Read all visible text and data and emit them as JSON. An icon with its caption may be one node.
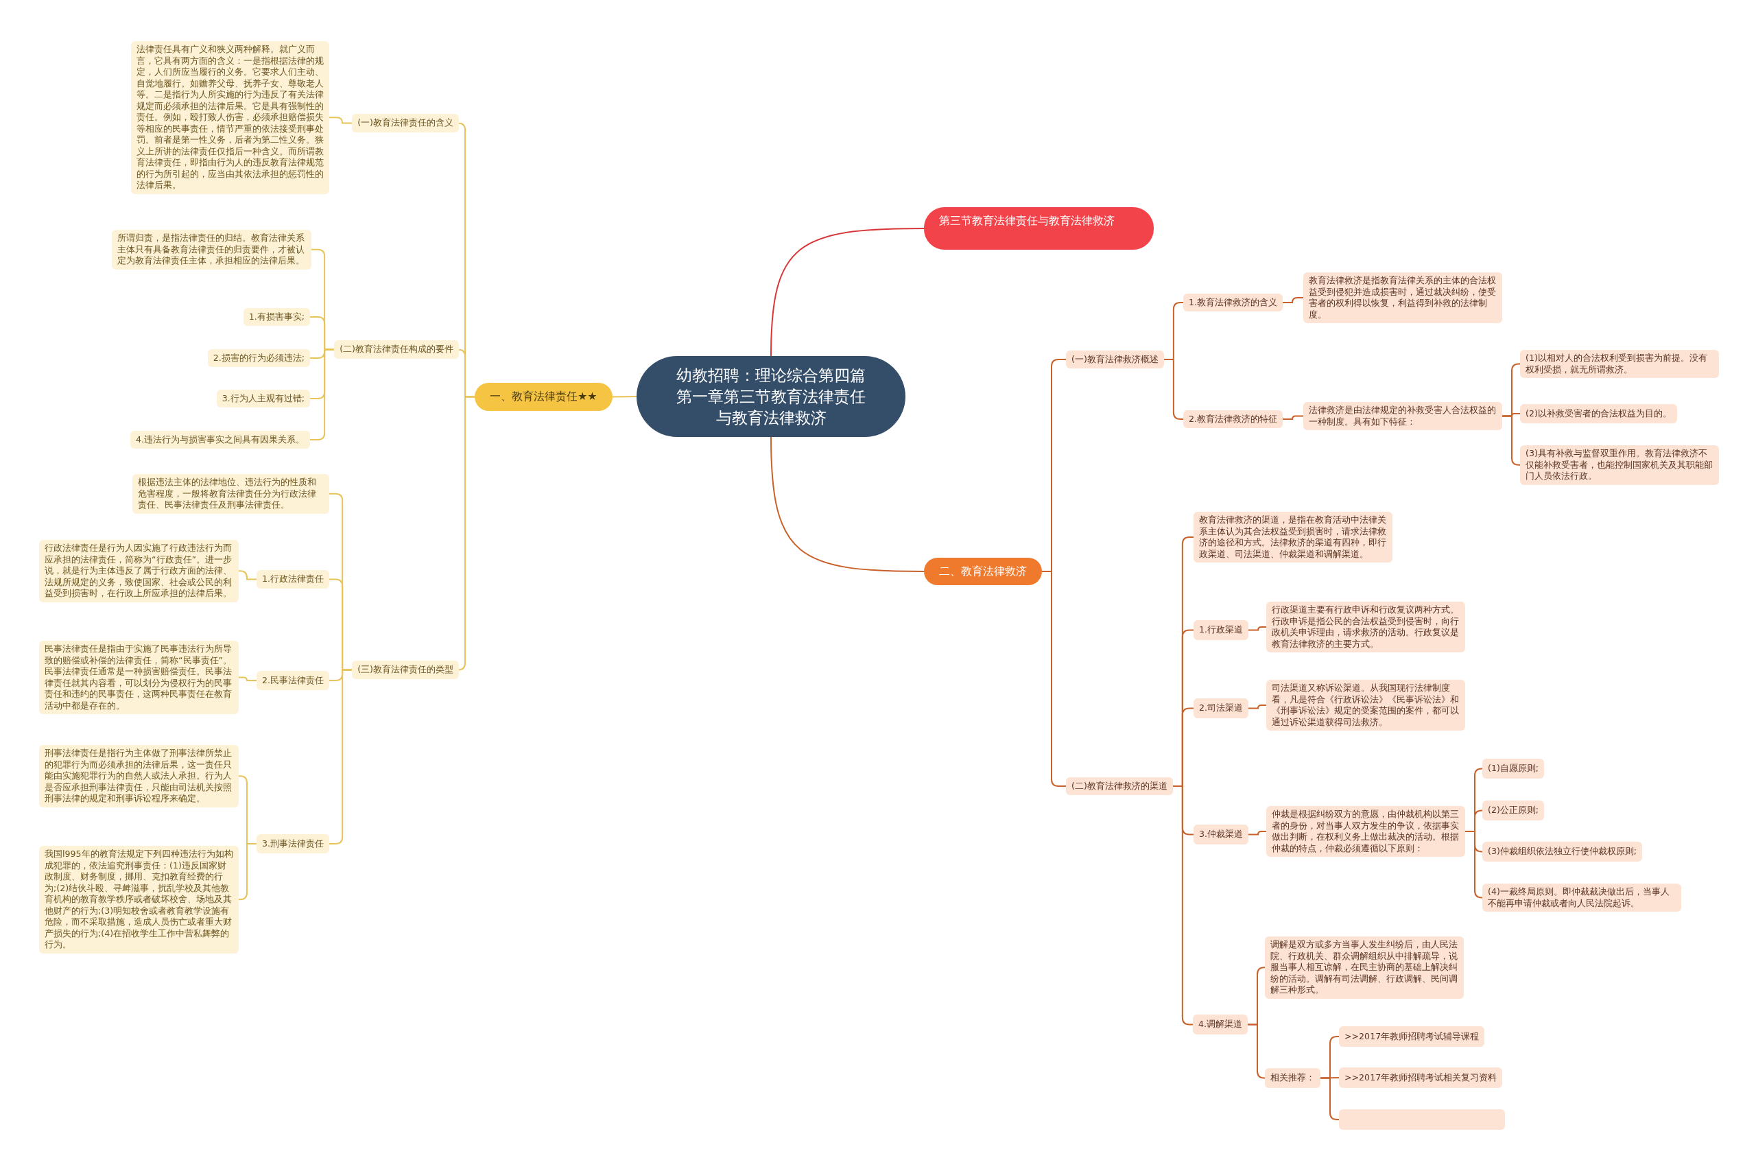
{
  "diagram": {
    "nodes": [
      {
        "text": [
          "幼教招聘：理论综合第四篇第一章第三节教育法律责任与教育法律救济"
        ]
      },
      {
        "text": [
          "第三节教育法律责任与教育法律救济"
        ]
      },
      {
        "text": [
          "一、教育法律责任★★"
        ]
      },
      {
        "text": [
          "(一)教育法律责任的含义"
        ]
      },
      {
        "text": [
          "法律责任具有广义和狭义两种解释。就广义而言，它具有两方面的含义：一是指根据法律的规定，人们所应当履行的义务。它要求人们主动、自觉地履行。如赡养父母、抚养子女、尊敬老人等。二是指行为人所实施的行为违反了有关法律规定而必须承担的法律后果。它是具有强制性的责任。例如，殴打致人伤害，必须承担赔偿损失等相应的民事责任，情节严重的依法接受刑事处罚。前者是第一性义务，后者为第二性义务。狭义上所讲的法律责任仅指后一种含义。而所谓教育法律责任，即指由行为人的违反教育法律规范的行为所引起的，应当由其依法承担的惩罚性的法律后果。"
        ]
      },
      {
        "text": [
          "(二)教育法律责任构成的要件"
        ]
      },
      {
        "text": [
          "所谓归责，是指法律责任的归结。教育法律关系主体只有具备教育法律责任的归责要件，才被认定为教育法律责任主体，承担相应的法律后果。"
        ]
      },
      {
        "text": [
          "1.有损害事实;"
        ]
      },
      {
        "text": [
          "2.损害的行为必须违法;"
        ]
      },
      {
        "text": [
          "3.行为人主观有过错;"
        ]
      },
      {
        "text": [
          "4.违法行为与损害事实之间具有因果关系。"
        ]
      },
      {
        "text": [
          "(三)教育法律责任的类型"
        ]
      },
      {
        "text": [
          "根据违法主体的法律地位、违法行为的性质和危害程度，一般将教育法律责任分为行政法律责任、民事法律责任及刑事法律责任。"
        ]
      },
      {
        "text": [
          "1.行政法律责任"
        ]
      },
      {
        "text": [
          "行政法律责任是行为人因实施了行政违法行为而应承担的法律责任，简称为“行政责任”。进一步说，就是行为主体违反了属于行政方面的法律、法规所规定的义务，致使国家、社会或公民的利益受到损害时，在行政上所应承担的法律后果。"
        ]
      },
      {
        "text": [
          "2.民事法律责任"
        ]
      },
      {
        "text": [
          "民事法律责任是指由于实施了民事违法行为所导致的赔偿或补偿的法律责任，简称“民事责任”。民事法律责任通常是一种损害赔偿责任。民事法律责任就其内容看，可以划分为侵权行为的民事责任和违约的民事责任，这两种民事责任在教育活动中都是存在的。"
        ]
      },
      {
        "text": [
          "3.刑事法律责任"
        ]
      },
      {
        "text": [
          "刑事法律责任是指行为主体做了刑事法律所禁止的犯罪行为而必须承担的法律后果，这一责任只能由实施犯罪行为的自然人或法人承担。行为人是否应承担刑事法律责任，只能由司法机关按照刑事法律的规定和刑事诉讼程序来确定。"
        ]
      },
      {
        "text": [
          "我国l995年的教育法规定下列四种违法行为如构成犯罪的，依法追究刑事责任：(1)违反国家财政制度、财务制度，挪用、克扣教育经费的行为;(2)结伙斗殴、寻衅滋事，扰乱学校及其他教育机构的教育教学秩序或者破坏校舍、场地及其他财产的行为;(3)明知校舍或者教育教学设施有危险，而不采取措施，造成人员伤亡或者重大财产损失的行为;(4)在招收学生工作中营私舞弊的行为。"
        ]
      },
      {
        "text": [
          "二、教育法律救济"
        ]
      },
      {
        "text": [
          "(一)教育法律救济概述"
        ]
      },
      {
        "text": [
          "1.教育法律救济的含义"
        ]
      },
      {
        "text": [
          "教育法律救济是指教育法律关系的主体的合法权益受到侵犯并造成损害时，通过裁决纠纷，使受害者的权利得以恢复，利益得到补救的法律制度。"
        ]
      },
      {
        "text": [
          "2.教育法律救济的特征"
        ]
      },
      {
        "text": [
          "法律救济是由法律规定的补救受害人合法权益的一种制度。具有如下特征："
        ]
      },
      {
        "text": [
          "(1)以相对人的合法权利受到损害为前提。没有权利受损，就无所谓救济。"
        ]
      },
      {
        "text": [
          "(2)以补救受害者的合法权益为目的。"
        ]
      },
      {
        "text": [
          "(3)具有补救与监督双重作用。教育法律救济不仅能补救受害者，也能控制国家机关及其职能部门人员依法行政。"
        ]
      },
      {
        "text": [
          "(二)教育法律救济的渠道"
        ]
      },
      {
        "text": [
          "教育法律救济的渠道，是指在教育活动中法律关系主体认为其合法权益受到损害时，请求法律救济的途径和方式。法律救济的渠道有四种，即行政渠道、司法渠道、仲裁渠道和调解渠道。"
        ]
      },
      {
        "text": [
          "1.行政渠道"
        ]
      },
      {
        "text": [
          "行政渠道主要有行政申诉和行政复议两种方式。行政申诉是指公民的合法权益受到侵害时，向行政机关申诉理由，请求救济的活动。行政复议是教育法律救济的主要方式。"
        ]
      },
      {
        "text": [
          "2.司法渠道"
        ]
      },
      {
        "text": [
          "司法渠道又称诉讼渠道。从我国现行法律制度看，凡是符合《行政诉讼法》《民事诉讼法》和《刑事诉讼法》规定的受案范围的案件，都可以通过诉讼渠道获得司法救济。"
        ]
      },
      {
        "text": [
          "3.仲裁渠道"
        ]
      },
      {
        "text": [
          "仲裁是根据纠纷双方的意愿，由仲裁机构以第三者的身份，对当事人双方发生的争议，依据事实做出判断，在权利义务上做出裁决的活动。根据仲裁的特点，仲裁必须遵循以下原则："
        ]
      },
      {
        "text": [
          "(1)自愿原则;"
        ]
      },
      {
        "text": [
          "(2)公正原则;"
        ]
      },
      {
        "text": [
          "(3)仲裁组织依法独立行使仲裁权原则;"
        ]
      },
      {
        "text": [
          "(4)一裁终局原则。即仲裁裁决做出后，当事人不能再申请仲裁或者向人民法院起诉。"
        ]
      },
      {
        "text": [
          "4.调解渠道"
        ]
      },
      {
        "text": [
          "调解是双方或多方当事人发生纠纷后，由人民法院、行政机关、群众调解组织从中排解疏导，说服当事人相互谅解，在民主协商的基础上解决纠纷的活动。调解有司法调解、行政调解、民间调解三种形式。"
        ]
      },
      {
        "text": [
          "相关推荐："
        ]
      },
      {
        "text": [
          ">>2017年教师招聘考试辅导课程"
        ]
      },
      {
        "text": [
          ">>2017年教师招聘考试相关复习资料"
        ]
      },
      {
        "text": [],
        "shape": "box"
      }
    ],
    "edges": [
      {
        "from": 0,
        "to": 1,
        "arrow": "none",
        "color": "#d9383a"
      },
      {
        "from": 0,
        "to": 2,
        "arrow": "none",
        "color": "#e8c35a"
      },
      {
        "from": 0,
        "to": 20,
        "arrow": "none"
      },
      {
        "from": 2,
        "to": 3,
        "arrow": "none",
        "color": "#e8c35a"
      },
      {
        "from": 2,
        "to": 5,
        "arrow": "none",
        "color": "#e8c35a"
      },
      {
        "from": 2,
        "to": 11,
        "arrow": "none",
        "color": "#e8c35a"
      },
      {
        "from": 3,
        "to": 4,
        "arrow": "none",
        "color": "#e8c35a"
      },
      {
        "from": 5,
        "to": 6,
        "arrow": "none",
        "color": "#e8c35a"
      },
      {
        "from": 5,
        "to": 7,
        "arrow": "none",
        "color": "#e8c35a"
      },
      {
        "from": 5,
        "to": 8,
        "arrow": "none",
        "color": "#e8c35a"
      },
      {
        "from": 5,
        "to": 9,
        "arrow": "none",
        "color": "#e8c35a"
      },
      {
        "from": 5,
        "to": 10,
        "arrow": "none",
        "color": "#e8c35a"
      },
      {
        "from": 11,
        "to": 12,
        "arrow": "none",
        "color": "#e8c35a"
      },
      {
        "from": 11,
        "to": 13,
        "arrow": "none",
        "color": "#e8c35a"
      },
      {
        "from": 11,
        "to": 15,
        "arrow": "none",
        "color": "#e8c35a"
      },
      {
        "from": 11,
        "to": 17,
        "arrow": "none",
        "color": "#e8c35a"
      },
      {
        "from": 13,
        "to": 14,
        "arrow": "none",
        "color": "#e8c35a"
      },
      {
        "from": 15,
        "to": 16,
        "arrow": "none",
        "color": "#e8c35a"
      },
      {
        "from": 17,
        "to": 18,
        "arrow": "none",
        "color": "#e8c35a"
      },
      {
        "from": 17,
        "to": 19,
        "arrow": "none",
        "color": "#e8c35a"
      },
      {
        "from": 20,
        "to": 21,
        "arrow": "none"
      },
      {
        "from": 20,
        "to": 29,
        "arrow": "none"
      },
      {
        "from": 21,
        "to": 22,
        "arrow": "none"
      },
      {
        "from": 21,
        "to": 24,
        "arrow": "none"
      },
      {
        "from": 22,
        "to": 23,
        "arrow": "none"
      },
      {
        "from": 24,
        "to": 25,
        "arrow": "none"
      },
      {
        "from": 25,
        "to": 26,
        "arrow": "none"
      },
      {
        "from": 25,
        "to": 27,
        "arrow": "none"
      },
      {
        "from": 25,
        "to": 28,
        "arrow": "none"
      },
      {
        "from": 29,
        "to": 30,
        "arrow": "none"
      },
      {
        "from": 29,
        "to": 31,
        "arrow": "none"
      },
      {
        "from": 29,
        "to": 33,
        "arrow": "none"
      },
      {
        "from": 29,
        "to": 35,
        "arrow": "none"
      },
      {
        "from": 29,
        "to": 41,
        "arrow": "none"
      },
      {
        "from": 31,
        "to": 32,
        "arrow": "none"
      },
      {
        "from": 33,
        "to": 34,
        "arrow": "none"
      },
      {
        "from": 35,
        "to": 36,
        "arrow": "none"
      },
      {
        "from": 36,
        "to": 37,
        "arrow": "none"
      },
      {
        "from": 36,
        "to": 38,
        "arrow": "none"
      },
      {
        "from": 36,
        "to": 39,
        "arrow": "none"
      },
      {
        "from": 36,
        "to": 40,
        "arrow": "none"
      },
      {
        "from": 41,
        "to": 42,
        "arrow": "none"
      },
      {
        "from": 41,
        "to": 43,
        "arrow": "none"
      },
      {
        "from": 43,
        "to": 44,
        "arrow": "none"
      },
      {
        "from": 43,
        "to": 45,
        "arrow": "none"
      },
      {
        "from": 43,
        "to": 46,
        "arrow": "none"
      }
    ]
  }
}
